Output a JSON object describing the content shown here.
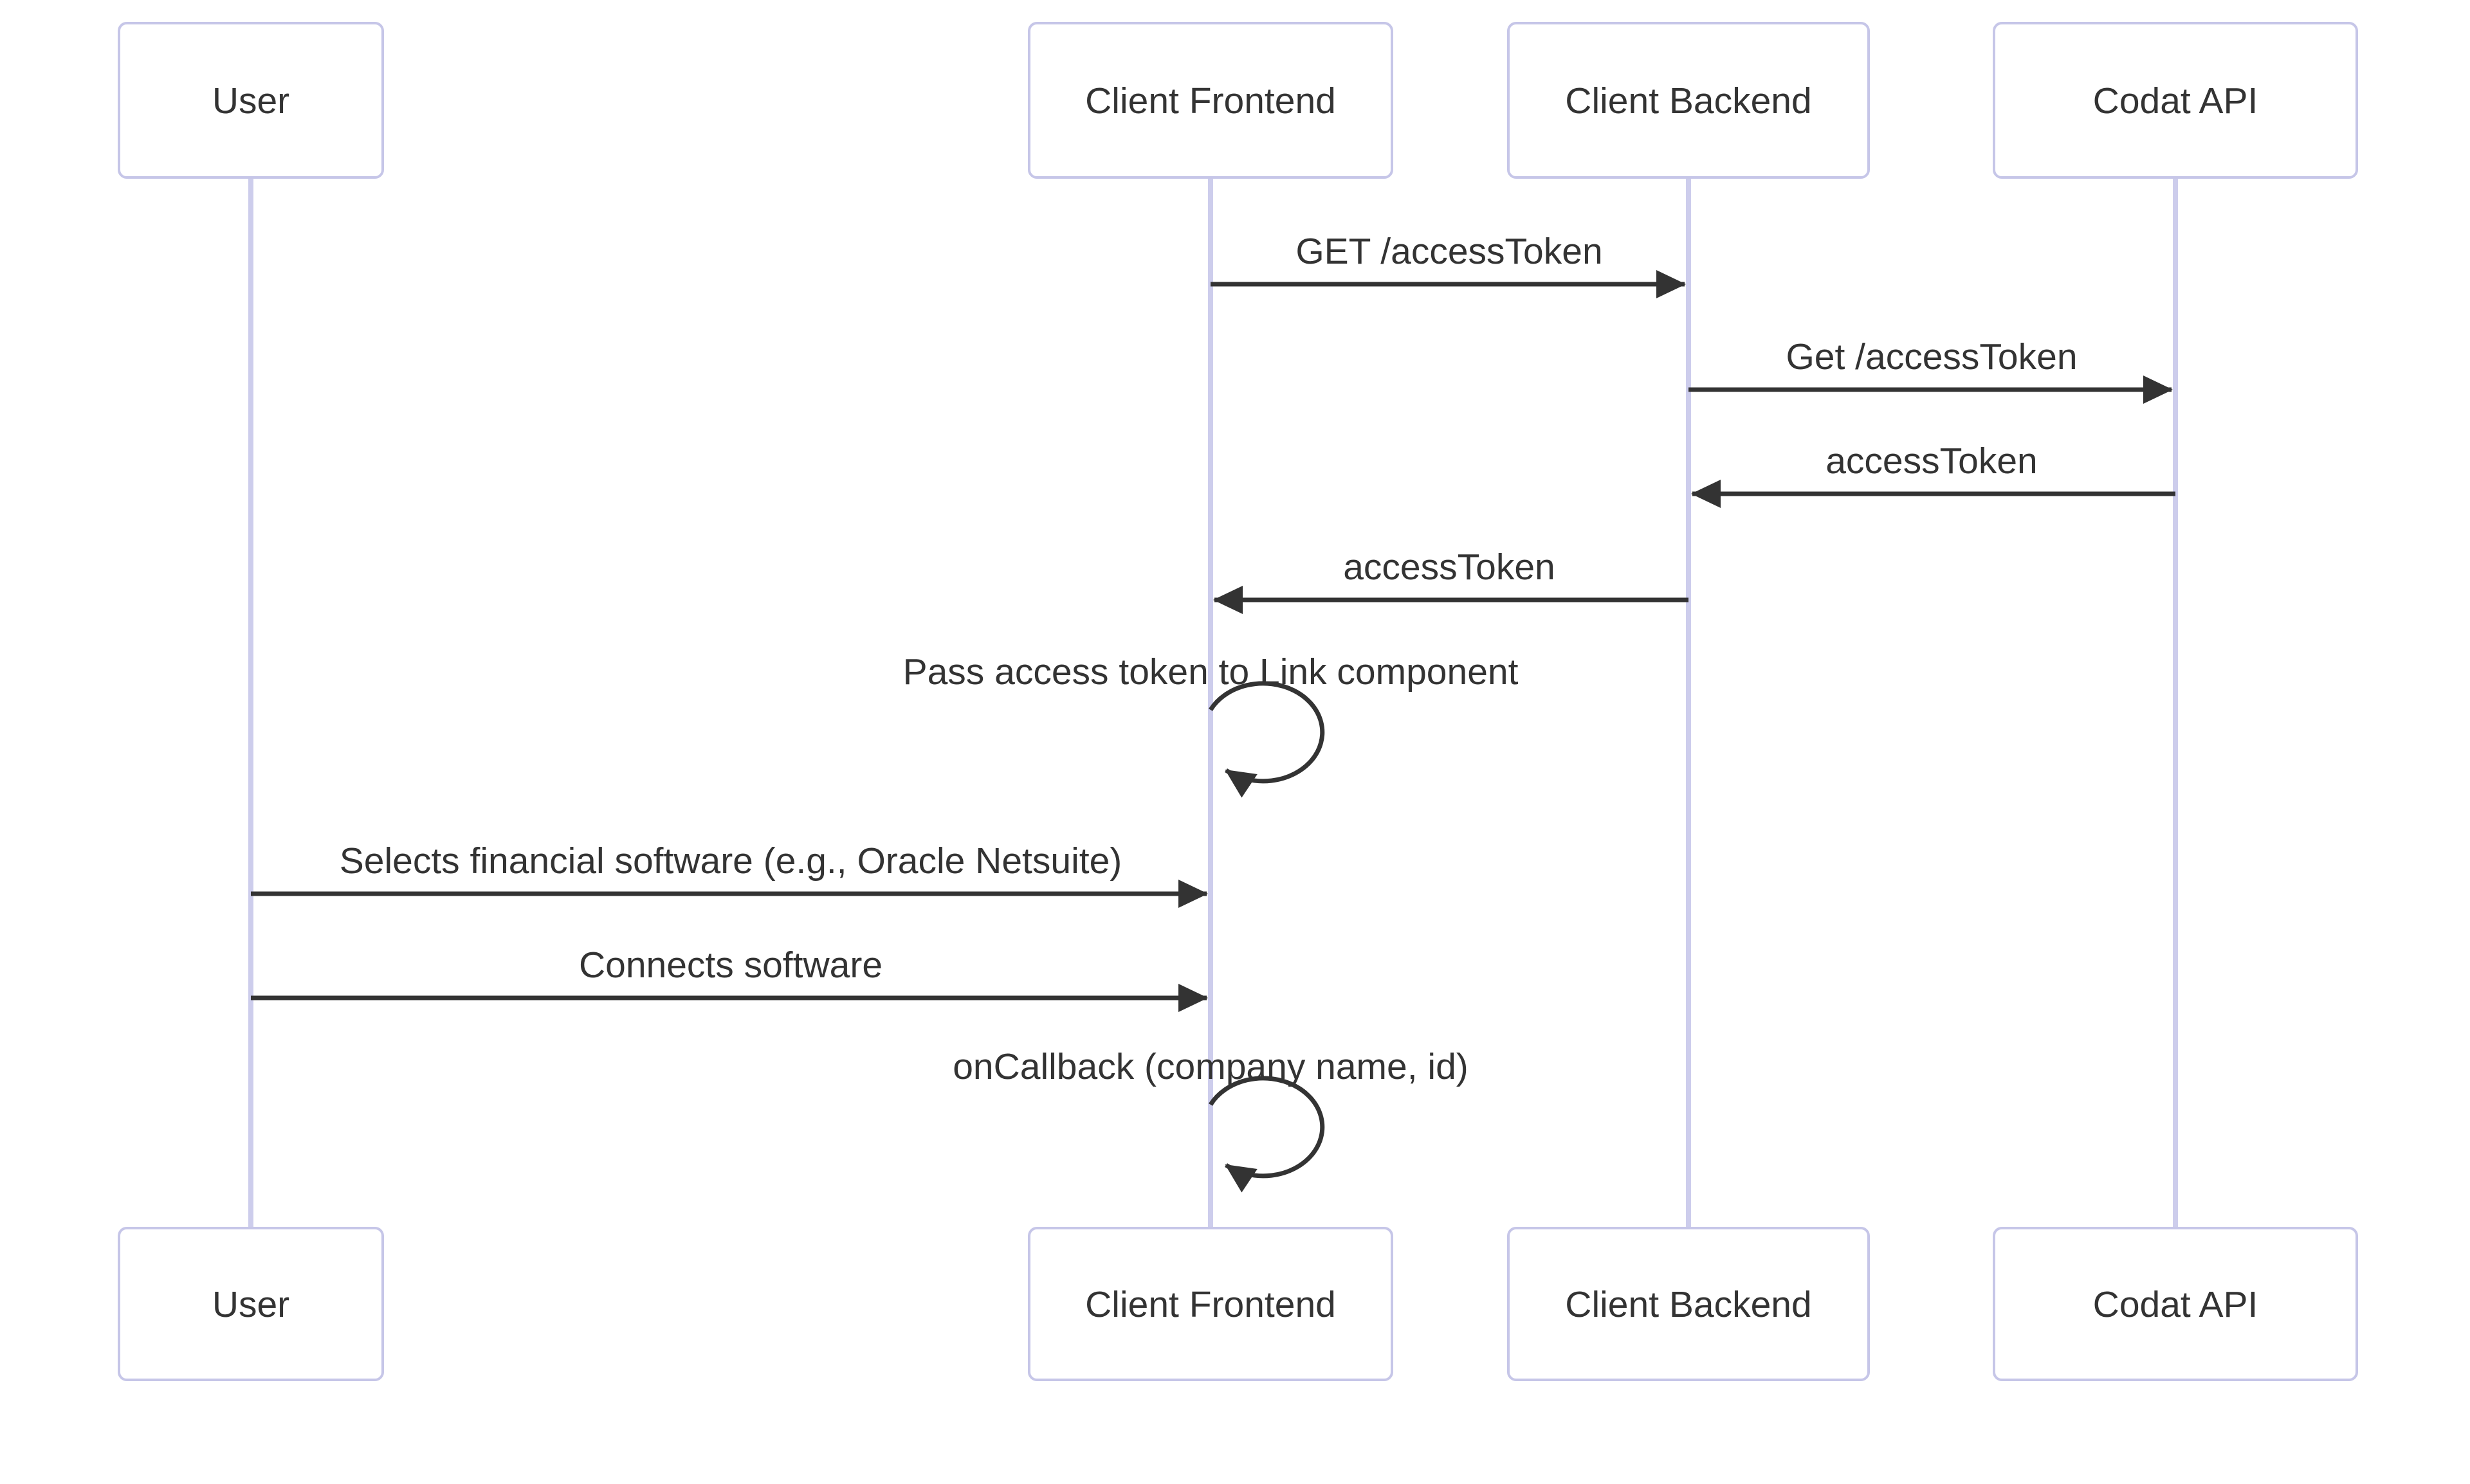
{
  "diagram": {
    "type": "sequence-diagram",
    "background": "#ffffff",
    "colors": {
      "actor_box_fill": "#ffffff",
      "actor_box_border": "#c6c6e8",
      "lifeline": "#cdcdec",
      "arrow": "#333333",
      "text": "#333333"
    },
    "actors": [
      {
        "name": "User"
      },
      {
        "name": "Client Frontend"
      },
      {
        "name": "Client Backend"
      },
      {
        "name": "Codat API"
      }
    ],
    "messages": [
      {
        "from": "Client Frontend",
        "to": "Client Backend",
        "label": "GET /accessToken",
        "type": "solid-arrow"
      },
      {
        "from": "Client Backend",
        "to": "Codat API",
        "label": "Get /accessToken",
        "type": "solid-arrow"
      },
      {
        "from": "Codat API",
        "to": "Client Backend",
        "label": "accessToken",
        "type": "solid-arrow"
      },
      {
        "from": "Client Backend",
        "to": "Client Frontend",
        "label": "accessToken",
        "type": "solid-arrow"
      },
      {
        "from": "Client Frontend",
        "to": "Client Frontend",
        "label": "Pass access token to Link component",
        "type": "self-loop"
      },
      {
        "from": "User",
        "to": "Client Frontend",
        "label": "Selects financial software (e.g., Oracle Netsuite)",
        "type": "solid-arrow"
      },
      {
        "from": "User",
        "to": "Client Frontend",
        "label": "Connects software",
        "type": "solid-arrow"
      },
      {
        "from": "Client Frontend",
        "to": "Client Frontend",
        "label": "onCallback (company name, id)",
        "type": "self-loop"
      }
    ]
  }
}
